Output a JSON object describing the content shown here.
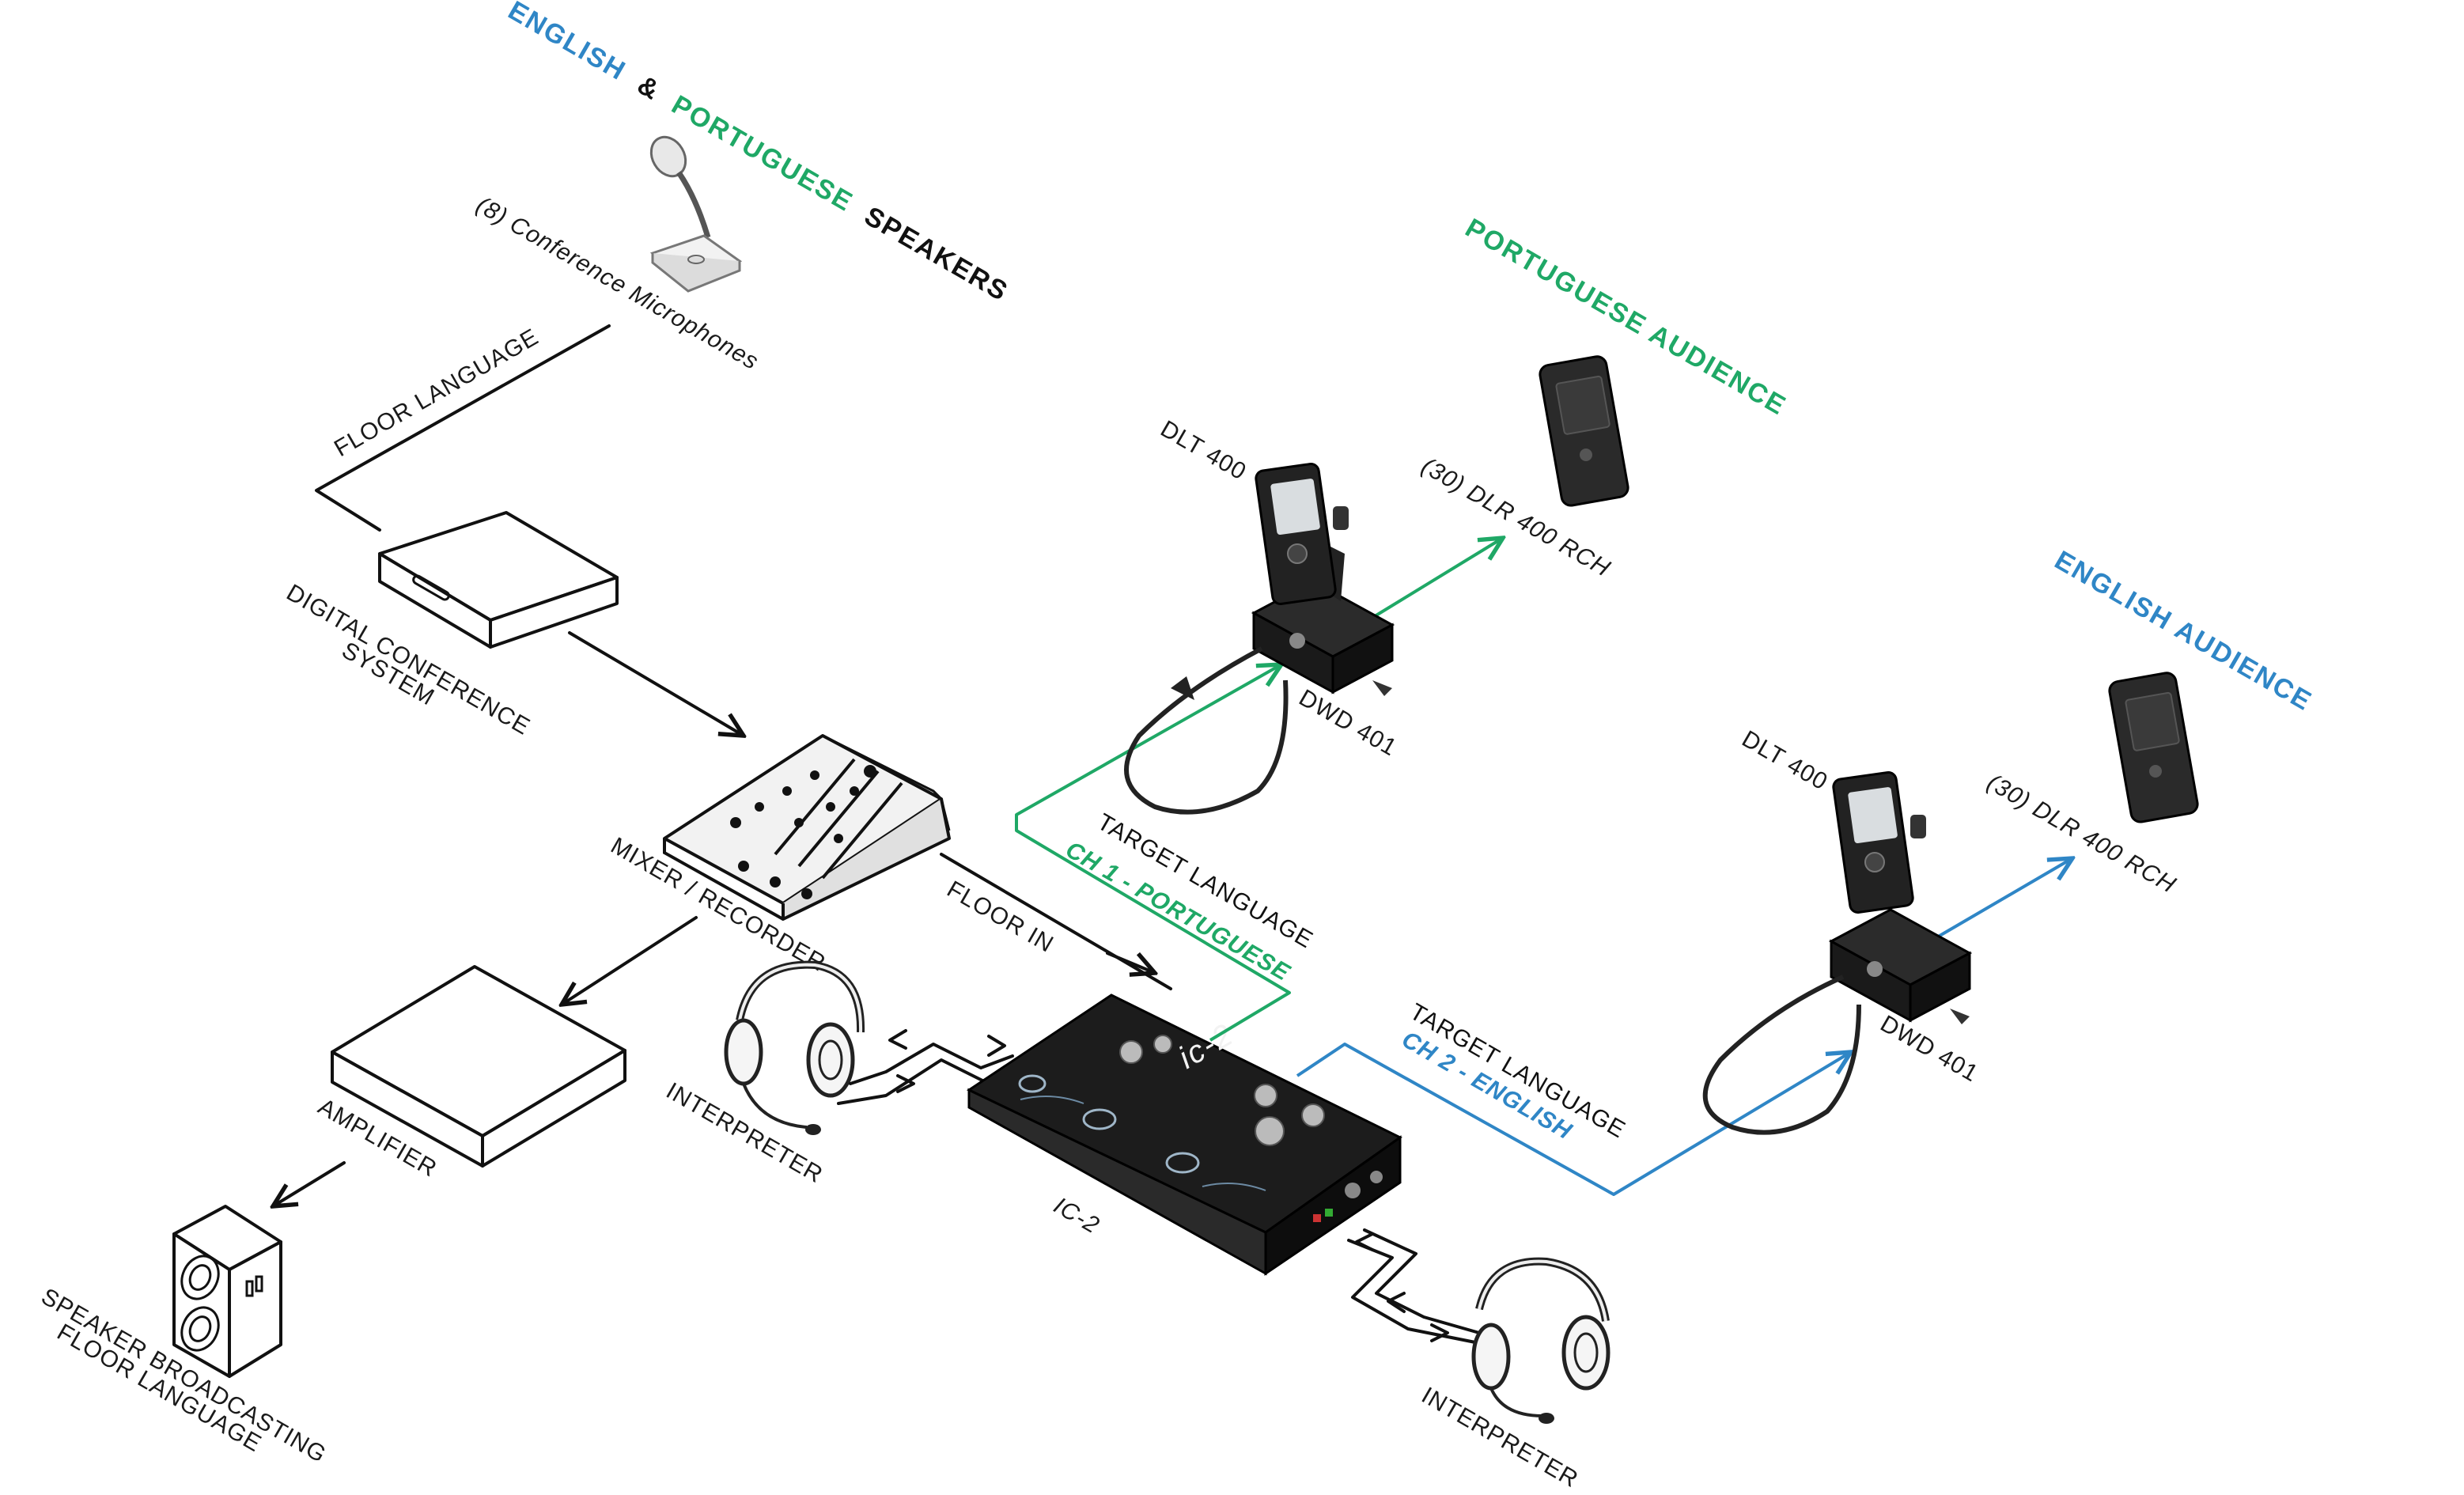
{
  "header": {
    "english": "ENGLISH",
    "amp": "&",
    "portuguese": "PORTUGUESE",
    "speakers": "SPEAKERS"
  },
  "labels": {
    "microphones": "(8) Conference Microphones",
    "floor_language": "FLOOR LANGUAGE",
    "conference_system_1": "DIGITAL CONFERENCE",
    "conference_system_2": "SYSTEM",
    "mixer": "MIXER / RECORDER",
    "floor_in": "FLOOR IN",
    "amplifier": "AMPLIFIER",
    "speaker_1": "SPEAKER BROADCASTING",
    "speaker_2": "FLOOR LANGUAGE",
    "interpreter_left": "INTERPRETER",
    "interpreter_right": "INTERPRETER",
    "ic2": "IC-2",
    "ic2_brand": "ic-2",
    "target_lang_1": "TARGET LANGUAGE",
    "ch1": "CH 1 - PORTUGUESE",
    "target_lang_2": "TARGET LANGUAGE",
    "ch2": "CH 2 - ENGLISH",
    "dlt_1": "DLT 400",
    "dwd_1": "DWD 401",
    "dlr_1": "(30) DLR 400 RCH",
    "dlt_2": "DLT 400",
    "dwd_2": "DWD 401",
    "dlr_2": "(30) DLR 400 RCH",
    "portuguese_audience": "PORTUGUESE AUDIENCE",
    "english_audience": "ENGLISH AUDIENCE"
  },
  "colors": {
    "blue": "#2f86c6",
    "green": "#1fa866",
    "black": "#111111"
  }
}
